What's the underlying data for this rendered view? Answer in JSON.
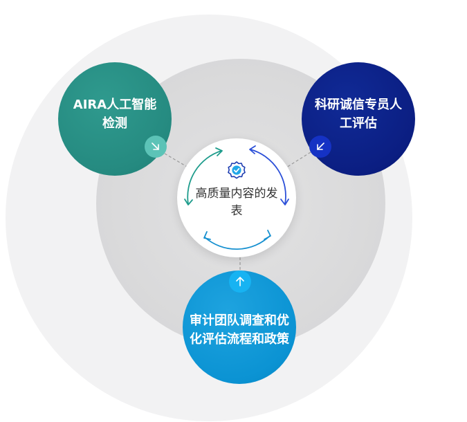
{
  "center": {
    "label": "高质量内容的发表",
    "icon": "verified-badge-icon"
  },
  "nodes": {
    "aira": {
      "label": "AIRA人工智能检测",
      "color": "#258a80",
      "badge_icon": "arrow-down-right-icon"
    },
    "research": {
      "label": "科研诚信专员人工评估",
      "color": "#0b1e82",
      "badge_icon": "arrow-down-left-icon"
    },
    "audit": {
      "label": "审计团队调查和优化评估流程和政策",
      "color": "#0b93d3",
      "badge_icon": "arrow-up-icon"
    }
  },
  "colors": {
    "outer_ring": "#f2f2f3",
    "inner_ring": "#dadadb",
    "cycle_teal": "#1e9c8c",
    "cycle_blue": "#2b4fd8",
    "cycle_sky": "#1690d0"
  }
}
